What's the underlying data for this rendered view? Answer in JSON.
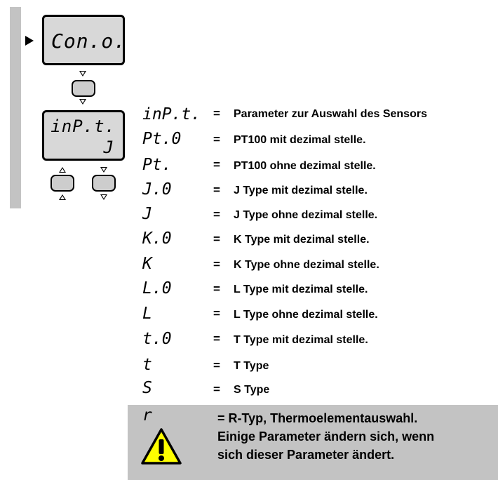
{
  "display": {
    "conf_text": "Con.o.",
    "param_line1": "inP.t.",
    "param_line2": "J"
  },
  "rows": [
    {
      "code": "inP.t.",
      "eq": "=",
      "desc": "Parameter zur Auswahl des Sensors"
    },
    {
      "code": "Pt.0",
      "eq": "=",
      "desc": "PT100 mit dezimal stelle."
    },
    {
      "code": "Pt.",
      "eq": "=",
      "desc": "PT100 ohne dezimal stelle."
    },
    {
      "code": "J.0",
      "eq": "=",
      "desc": "J Type mit dezimal stelle."
    },
    {
      "code": "J",
      "eq": "=",
      "desc": "J Type ohne dezimal stelle."
    },
    {
      "code": "K.0",
      "eq": "=",
      "desc": "K Type mit dezimal stelle."
    },
    {
      "code": "K",
      "eq": "=",
      "desc": "K Type ohne dezimal stelle."
    },
    {
      "code": "L.0",
      "eq": "=",
      "desc": "L Type mit dezimal stelle."
    },
    {
      "code": "L",
      "eq": "=",
      "desc": "L Type ohne dezimal stelle."
    },
    {
      "code": "t.0",
      "eq": "=",
      "desc": "T Type mit dezimal stelle."
    },
    {
      "code": "t",
      "eq": "=",
      "desc": "T Type"
    },
    {
      "code": "S",
      "eq": "=",
      "desc": "S Type"
    }
  ],
  "warning": {
    "code": "r",
    "line1": "= R-Typ, Thermoelementauswahl.",
    "line2": "Einige Parameter ändern sich, wenn",
    "line3": "sich dieser Parameter ändert."
  },
  "colors": {
    "panel_gray": "#c3c3c3",
    "lcd_gray": "#d8d8d8",
    "warning_yellow": "#ffff00"
  },
  "icons": [
    "pointer-arrow-icon",
    "down-arrow-icon",
    "up-arrow-icon",
    "warning-icon"
  ]
}
